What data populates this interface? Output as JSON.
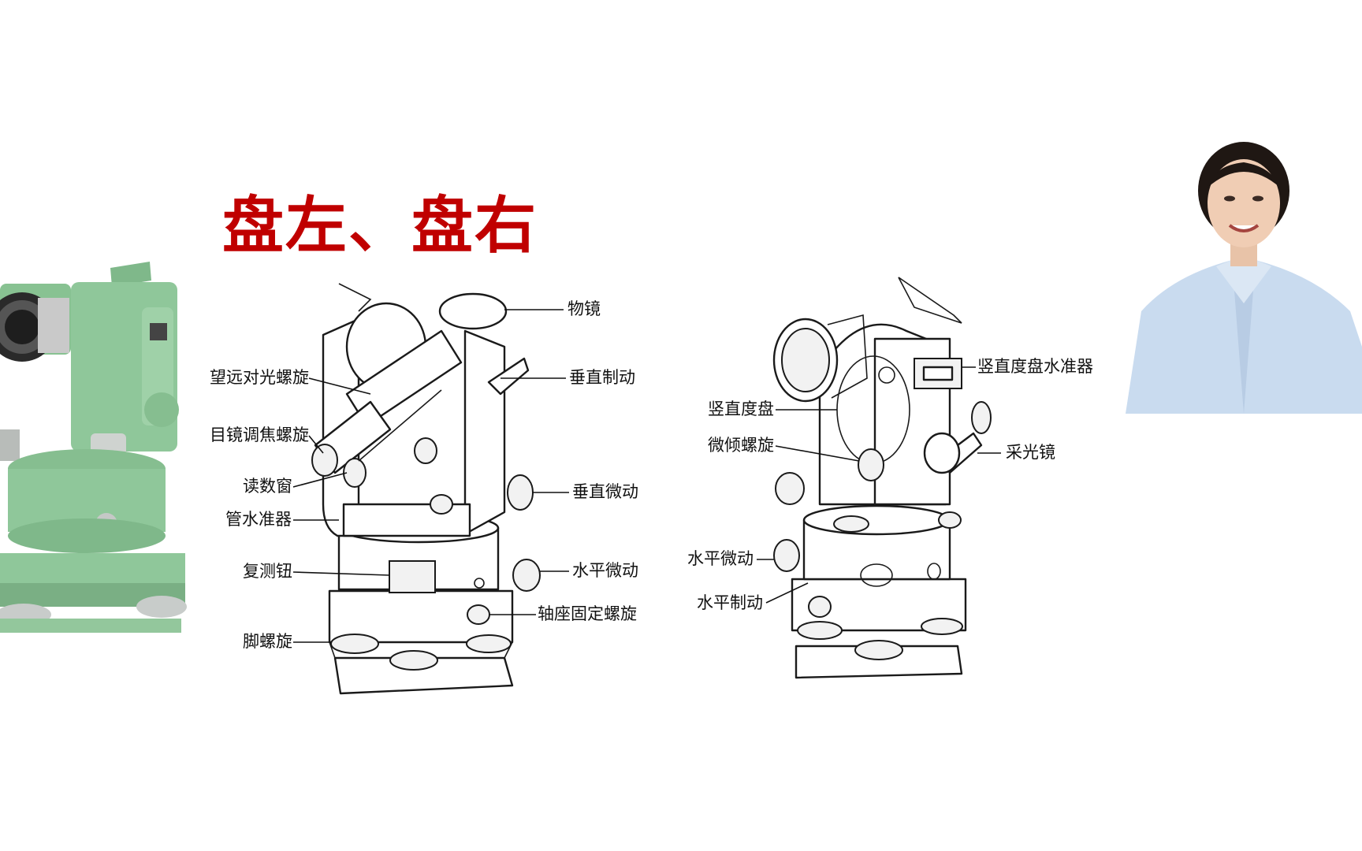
{
  "title": "盘左、盘右",
  "left_view": {
    "labels": {
      "objective": "物镜",
      "vertical_clamp": "垂直制动",
      "telescope_focus": "望远对光螺旋",
      "eyepiece_focus": "目镜调焦螺旋",
      "reading_window": "读数窗",
      "vertical_tangent": "垂直微动",
      "plate_level": "管水准器",
      "repetition_button": "复测钮",
      "horizontal_tangent": "水平微动",
      "base_lock_screw": "轴座固定螺旋",
      "foot_screw": "脚螺旋"
    }
  },
  "right_view": {
    "labels": {
      "vertical_circle_level": "竖直度盘水准器",
      "vertical_circle": "竖直度盘",
      "tilt_screw": "微倾螺旋",
      "illumination_mirror": "采光镜",
      "horizontal_tangent": "水平微动",
      "horizontal_clamp": "水平制动"
    }
  },
  "colors": {
    "title": "#c00000",
    "instrument_green": "#8fc79a",
    "shirt_blue": "#c9dbef"
  }
}
